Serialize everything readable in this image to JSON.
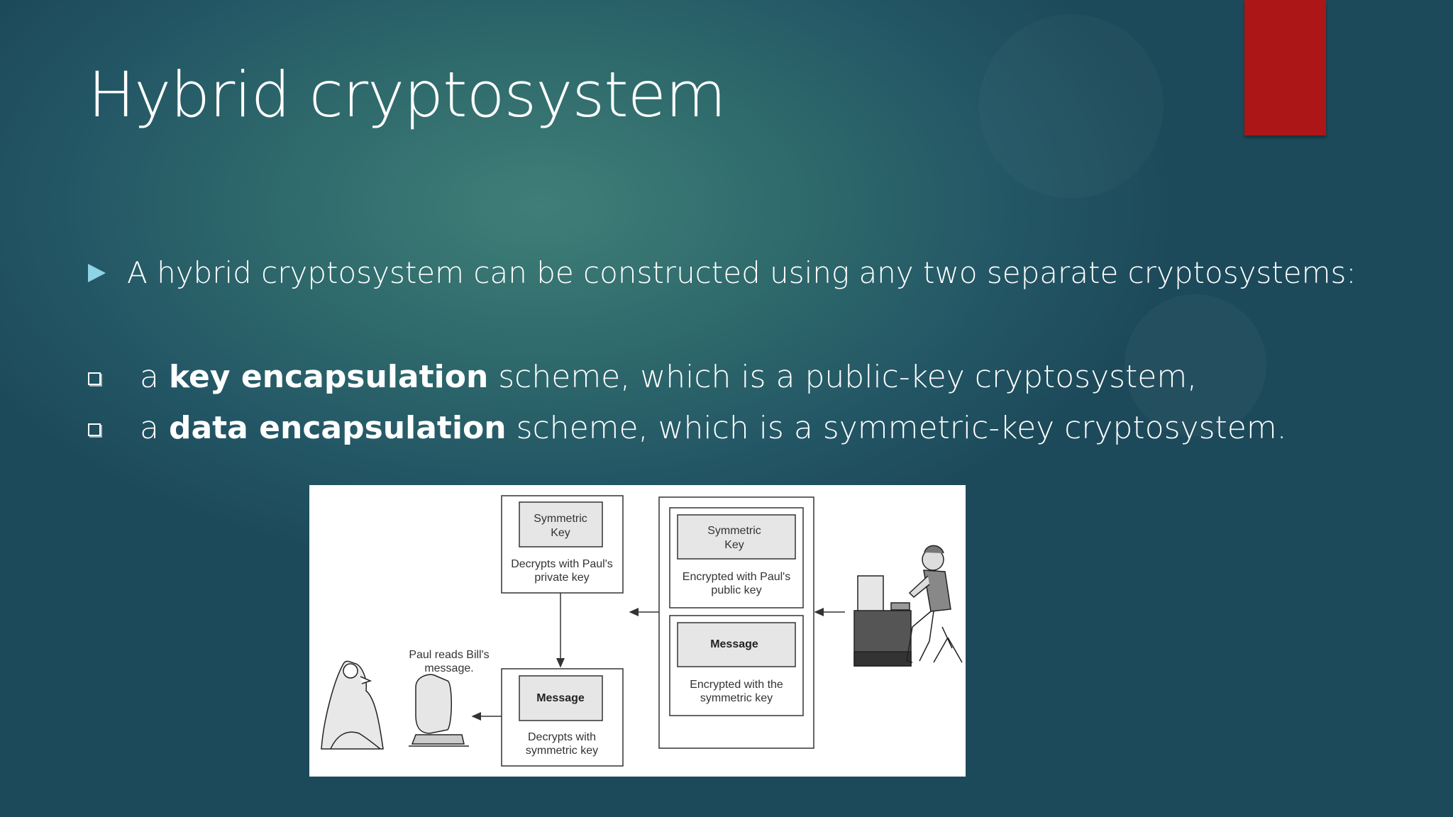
{
  "slide": {
    "title": "Hybrid cryptosystem",
    "bullet_main": "A hybrid cryptosystem can be constructed using any two separate cryptosystems:",
    "sub_bullets": [
      {
        "prefix": "a ",
        "bold": "key encapsulation",
        "rest": " scheme, which is a public-key cryptosystem,"
      },
      {
        "prefix": "a ",
        "bold": "data encapsulation",
        "rest": " scheme, which is a symmetric-key cryptosystem."
      }
    ],
    "accent_color": "#ac1616"
  },
  "diagram": {
    "nodes": {
      "sym_key_left": {
        "line1": "Symmetric",
        "line2": "Key"
      },
      "decrypt_private": {
        "line1": "Decrypts with Paul's",
        "line2": "private key"
      },
      "sym_key_right": {
        "line1": "Symmetric",
        "line2": "Key"
      },
      "encrypt_public": {
        "line1": "Encrypted with Paul's",
        "line2": "public key"
      },
      "message_right": {
        "text": "Message"
      },
      "encrypt_symmetric": {
        "line1": "Encrypted with the",
        "line2": "symmetric key"
      },
      "message_left": {
        "text": "Message"
      },
      "decrypt_symmetric": {
        "line1": "Decrypts with",
        "line2": "symmetric key"
      },
      "paul_reads": {
        "line1": "Paul reads Bill's",
        "line2": "message."
      }
    },
    "edges": [
      {
        "from": "sender",
        "to": "envelope"
      },
      {
        "from": "envelope",
        "to": "decrypt_private"
      },
      {
        "from": "decrypt_private",
        "to": "message_left"
      },
      {
        "from": "message_left",
        "to": "receiver"
      }
    ]
  }
}
